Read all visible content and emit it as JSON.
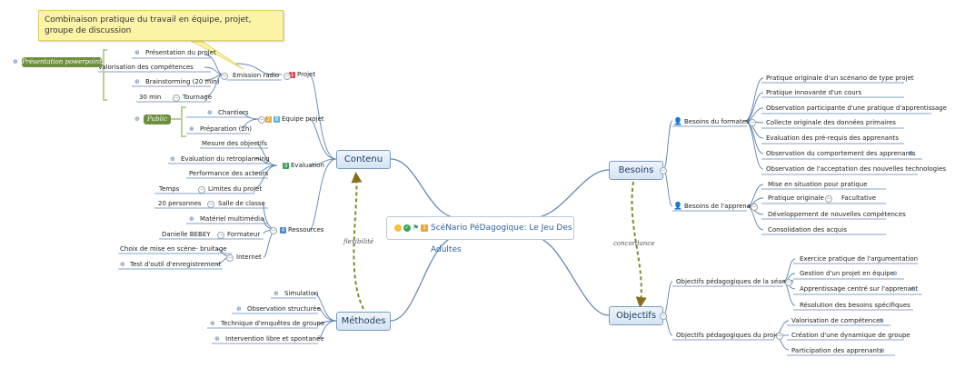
{
  "central": {
    "title": "ScéNario PéDagogique: Le Jeu Des Adultes",
    "icons": [
      "smiley-icon",
      "check-icon",
      "flag-icon",
      "priority-icon"
    ]
  },
  "main": {
    "contenu": "Contenu",
    "methodes": "Méthodes",
    "besoins": "Besoins",
    "objectifs": "Objectifs"
  },
  "relations": {
    "flexibilite": "flexibilité",
    "concordance": "concordance"
  },
  "note": "Combinaison pratique du travail en équipe, projet, groupe de discussion",
  "contenu": {
    "projet": {
      "label": "Projet",
      "badge": "1"
    },
    "emission_radio": "Emission radio",
    "presentation_projet": "Présentation du projet",
    "valorisation_competences": "Valorisation des compétences",
    "brainstorming": "Brainstorming (20 min)",
    "tournage": "Tournage",
    "tournage_duree": "30 min",
    "presentation_powerpoint": "Présentation powerpoint",
    "equipe_projet": {
      "label": "Equipe projet",
      "badges": [
        "2",
        "8"
      ]
    },
    "chantiers": "Chantiers",
    "preparation": "Préparation (2h)",
    "public": "Public",
    "evaluation": {
      "label": "Evaluation",
      "badge": "3"
    },
    "mesure_objectifs": "Mesure des objectifs",
    "evaluation_retroplanning": "Evaluation du retroplanning",
    "performance_acteurs": "Performance des acteurs",
    "limites_projet": "Limites du projet",
    "temps": "Temps",
    "ressources": {
      "label": "Ressources",
      "badge": "4"
    },
    "salle_classe": "Salle de classe",
    "vingt_personnes": "20 personnes",
    "materiel_multimedia": "Matériel multimédia",
    "formateur": "Formateur",
    "danielle": "Danielle BEBEY",
    "internet": "Internet",
    "choix_mise_en_scene": "Choix de mise en scène- bruitage",
    "test_outil": "Test d'outil d'enregistrement"
  },
  "methodes": {
    "items": [
      "Simulation",
      "Observation structurée",
      "Technique d'enquêtes de groupe",
      "Intervention libre et spontanée"
    ]
  },
  "besoins": {
    "formateur": "Besoins du formateur",
    "formateur_items": [
      "Pratique originale d'un scénario de type projet",
      "Pratique innovante d'un cours",
      "Observation participante d'une pratique d'apprentissage",
      "Collecte originale des données primaires",
      "Evaluation des pré-requis des apprenants",
      "Observation du comportement des apprenants",
      "Observation de l'acceptation des nouvelles technologies"
    ],
    "apprenant": "Besoins de l'apprenant",
    "mise_en_situation": "Mise en situation pour pratique",
    "pratique_originale": "Pratique originale",
    "facultative": "Facultative",
    "developpement": "Développement de nouvelles compétences",
    "consolidation": "Consolidation des acquis"
  },
  "objectifs": {
    "seance": "Objectifs pédagogiques de la séance",
    "seance_items": [
      "Exercice pratique de l'argumentation",
      "Gestion d'un projet en équipe",
      "Apprentissage centré sur l'apprenant",
      "Résolution des besoins spécifiques"
    ],
    "projet": "Objectifs pédagogiques du projet",
    "projet_items": [
      "Valorisation de compétences",
      "Création d'une dynamique de groupe",
      "Participation des apprenants"
    ]
  },
  "colors": {
    "branch": "#5b84b1",
    "relation": "#6e8f3d",
    "node_border": "#7a9cc2",
    "note_bg": "#fbf3a6",
    "tag_bg": "#6e8f3d"
  }
}
